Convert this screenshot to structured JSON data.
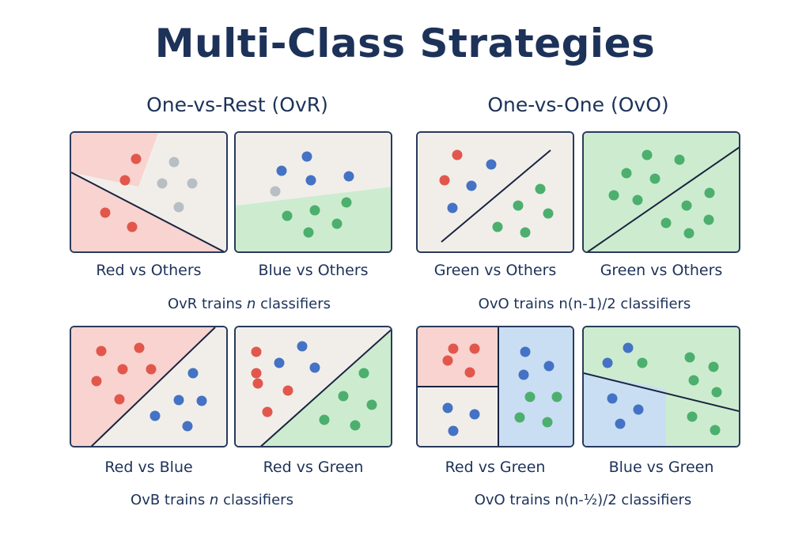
{
  "title": "Multi-Class Strategies",
  "sections": {
    "ovr": {
      "title": "One-vs-Rest (OvR)"
    },
    "ovo": {
      "title": "One-vs-One (OvO)"
    }
  },
  "panels": {
    "p1": {
      "caption": "Red vs Others"
    },
    "p2": {
      "caption": "Blue vs Others"
    },
    "p3": {
      "caption": "Green vs Others"
    },
    "p4": {
      "caption": "Green vs Others"
    },
    "p5": {
      "caption": "Red vs Blue"
    },
    "p6": {
      "caption": "Red vs Green"
    },
    "p7": {
      "caption": "Red vs Green"
    },
    "p8": {
      "caption": "Blue vs Green"
    }
  },
  "notes": {
    "ovr": {
      "prefix": "OvR trains ",
      "var": "n",
      "suffix": " classifiers"
    },
    "ovo": {
      "text": "OvO trains n(n-1)/2 classifiers"
    },
    "ovb": {
      "prefix": "OvB trains ",
      "var": "n",
      "suffix": " classifiers"
    },
    "ovo2": {
      "text": "OvO trains n(n-½)/2 classifiers"
    }
  },
  "colors": {
    "red": "#e2574c",
    "blue": "#4472c4",
    "green": "#4caf6e",
    "gray": "#b7bfc4",
    "red_region": "#f8d3cf",
    "blue_region": "#c9def2",
    "green_region": "#cdeccf",
    "neutral_region": "#f1eeea",
    "line": "#1a2440"
  }
}
